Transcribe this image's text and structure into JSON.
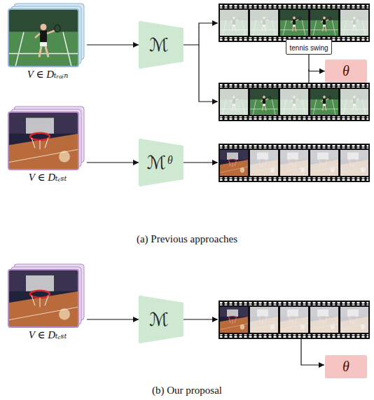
{
  "diagram": {
    "nodes": [
      {
        "text": [
          "V ∈ Dₜᵣₐᵢₙ"
        ]
      },
      {
        "text": [
          "ℳ"
        ]
      },
      {
        "text": [
          "tennis swing"
        ]
      },
      {
        "text": [
          "θ"
        ]
      },
      {
        "text": [
          "V ∈ Dₜₑₛₜ"
        ]
      },
      {
        "text": [
          "ℳᶿ"
        ]
      },
      {
        "text": [
          "V ∈ Dₜₑₛₜ"
        ]
      },
      {
        "text": [
          "ℳ"
        ]
      },
      {
        "text": [
          "θ"
        ]
      }
    ],
    "edges": [
      {
        "from": 0,
        "to": 1,
        "arrow": "to"
      },
      {
        "from": 2,
        "to": 3,
        "arrow": "to"
      },
      {
        "from": 4,
        "to": 5,
        "arrow": "to"
      },
      {
        "from": 6,
        "to": 7,
        "arrow": "to"
      }
    ],
    "labels": [
      "(a) Previous approaches",
      "(b) Our proposal"
    ]
  }
}
